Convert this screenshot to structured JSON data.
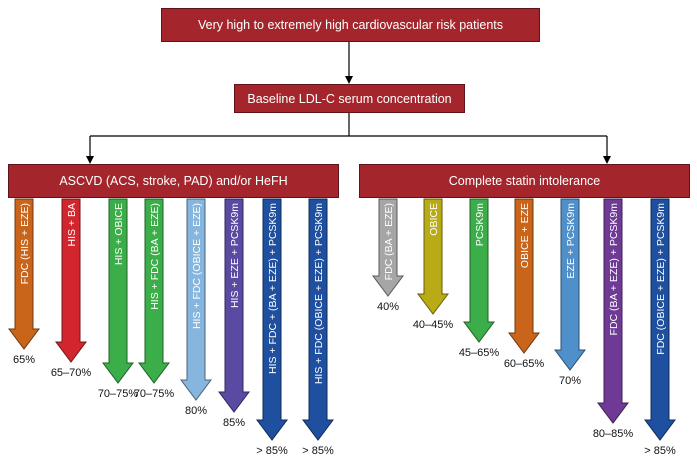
{
  "top_box": "Very high to extremely high cardiovascular risk patients",
  "baseline_box": "Baseline LDL-C serum concentration",
  "left_group": {
    "title": "ASCVD (ACS, stroke, PAD) and/or HeFH",
    "arrows": [
      {
        "label": "FDC (HIS + EZE)",
        "value": "65%",
        "color": "#c8651b"
      },
      {
        "label": "HIS + BA",
        "value": "65–70%",
        "color": "#d2262e"
      },
      {
        "label": "HIS + OBICE",
        "value": "70–75%",
        "color": "#3cae49"
      },
      {
        "label": "HIS + FDC (BA + EZE)",
        "value": "70–75%",
        "color": "#3cae49"
      },
      {
        "label": "HIS + FDC (OBICE + EZE)",
        "value": "80%",
        "color": "#86b6dd"
      },
      {
        "label": "HIS + EZE + PCSK9m",
        "value": "85%",
        "color": "#5a4aa2"
      },
      {
        "label": "HIS + FDC + (BA + EZE) + PCSK9m",
        "value": "> 85%",
        "color": "#1f4f9f"
      },
      {
        "label": "HIS + FDC (OBICE + EZE) + PCSK9m",
        "value": "> 85%",
        "color": "#1f4f9f"
      }
    ]
  },
  "right_group": {
    "title": "Complete statin intolerance",
    "arrows": [
      {
        "label": "FDC (BA + EZE)",
        "value": "40%",
        "color": "#a6a6a6"
      },
      {
        "label": "OBICE",
        "value": "40–45%",
        "color": "#b9ab16"
      },
      {
        "label": "PCSK9m",
        "value": "45–65%",
        "color": "#3cae49"
      },
      {
        "label": "OBICE + EZE",
        "value": "60–65%",
        "color": "#c8651b"
      },
      {
        "label": "EZE + PCSK9m",
        "value": "70%",
        "color": "#4f8fca"
      },
      {
        "label": "FDC (BA + EZE) + PCSK9m",
        "value": "80–85%",
        "color": "#6e3a95"
      },
      {
        "label": "FDC (OBICE + EZE) + PCSK9m",
        "value": "> 85%",
        "color": "#1f4f9f"
      }
    ]
  }
}
